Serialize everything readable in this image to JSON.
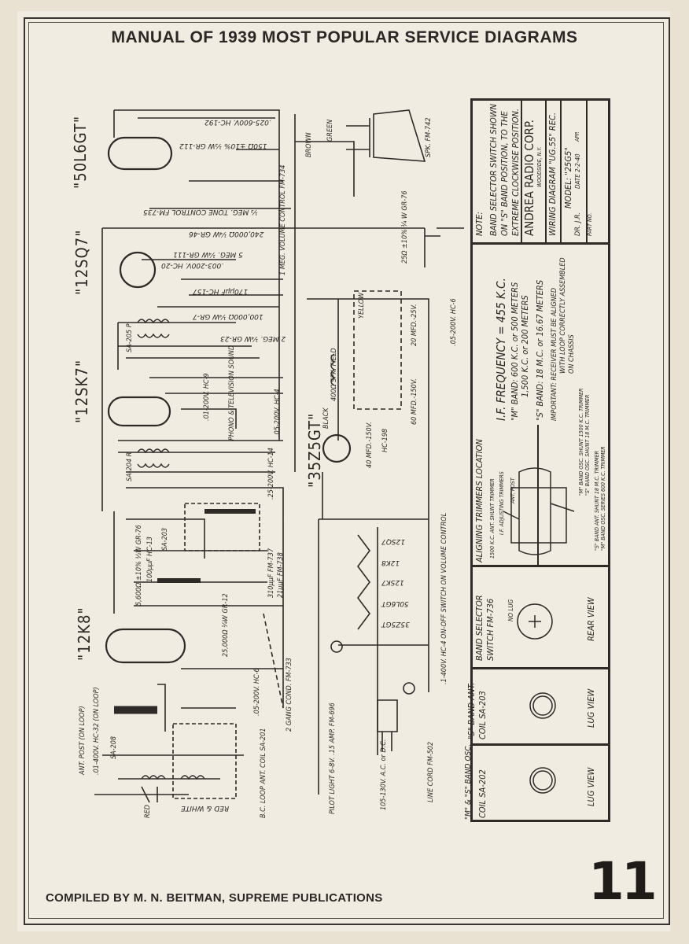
{
  "header": {
    "title": "MANUAL OF 1939 MOST POPULAR SERVICE DIAGRAMS"
  },
  "footer": {
    "credit": "COMPILED BY M. N. BEITMAN, SUPREME PUBLICATIONS",
    "page_number": "11"
  },
  "tubes": [
    "\"50L6GT\"",
    "\"12SQ7\"",
    "\"12SK7\"",
    "\"12K8\"",
    "\"35Z5GT\""
  ],
  "components": {
    "c1": ".025-600V. HC-192",
    "r1": "150Ω ±10% ½W GR-112",
    "spk": "SPK. FM-742",
    "brown": "BROWN",
    "green": "GREEN",
    "tone": "½ MEG. TONE CONTROL FM-735",
    "r2": "240,000Ω ¼W GR-46",
    "vol": "1 MEG. VOLUME CONTROL FM-734",
    "c2": ".003-200V. HC-20",
    "r3": "5 MEG. ¼W GR-111",
    "c3": "170μμF HC-157",
    "r4": "100,000Ω ¼W GR-7",
    "r5": "2 MEG. ¼W GR-23",
    "pilot_r": "25Ω ±10% ¼ W GR-76",
    "field": "400Ω SPK. FIELD",
    "yellow": "YELLOW",
    "black": "BLACK",
    "cap20": "20 MFD.-25V.",
    "cap60": "60 MFD.-150V.",
    "cap40": "40 MFD.-150V.",
    "hc198": "HC-198",
    "c4": ".05-200V. HC-6",
    "phono": "PHONO & TELEVISION SOUND",
    "c5": ".01-200V. HC-9",
    "c6": ".05-200V. HC-4",
    "sa205": "SA-205 P",
    "sa204": "SA-204 R",
    "c7": ".25-200V. HC-14",
    "sa203": "SA-203",
    "tr1": "5,600Ω ±10% ½W GR-76",
    "tr2": "100μμF HC-13",
    "fm737": "310μμF FM-737",
    "fm738": "21μμF FM-738",
    "r6": "25,000Ω ¼W GR-12",
    "gang": "2 GANG COND. FM-733",
    "c8": ".05-200V. HC-6",
    "ant": "ANT. POST (ON LOOP)",
    "c9": ".01-400V. HC-32 (ON LOOP)",
    "sa208": "SA-208",
    "loop": "B.C. LOOP ANT. COIL SA-201",
    "redwhite": "RED & WHITE",
    "red": "RED",
    "pilot": "PILOT LIGHT 6-8V. .15 AMP. FM-696",
    "line": "105-130V. A.C. or D.C.",
    "cord": "LINE CORD FM-502",
    "switch": ".1-400V. HC-4  ON-OFF SWITCH ON VOLUME CONTROL",
    "heaters": [
      "12SQ7",
      "12K8",
      "12SK7",
      "50L6GT",
      "35Z5GT"
    ]
  },
  "panel": {
    "note_label": "NOTE:",
    "note_text": [
      "BAND SELECTOR SWITCH SHOWN",
      "ON \"S\" BAND POSITION, TO THE",
      "EXTREME CLOCKWISE POSITION."
    ],
    "company": "ANDREA RADIO CORP.",
    "location": "WOODSIDE, N.Y.",
    "diagram": "WIRING DIAGRAM \"UG.55\" REC.",
    "model": "MODEL: \"25G5\"",
    "drawn": "DR. J.R.",
    "date": "DATE 2-2-40",
    "approved": "APP.",
    "part_no": "PART NO.",
    "if_freq": "I.F. FREQUENCY = 455 K.C.",
    "m_band": [
      "\"M\" BAND: 600 K.C. or 500 METERS",
      "1,500 K.C. or 200 METERS"
    ],
    "s_band": "\"S\" BAND: 18 M.C. or 16.67 METERS",
    "important": [
      "IMPORTANT: RECEIVER MUST BE ALIGNED",
      "WITH LOOP CORRECTLY ASSEMBLED",
      "ON CHASSIS"
    ],
    "trimmers_title": "ALIGNING TRIMMERS LOCATION",
    "trimmers": [
      "1500 K.C. ANT. SHUNT TRIMMER",
      "I.F. ADJUSTING TRIMMERS",
      "ANT. POST",
      "\"M\" BAND OSC. SHUNT 1500 K.C. TRIMMER",
      "\"S\" BAND OSC. SHUNT 18 M.C. TRIMMER",
      "\"S\" BAND ANT. SHUNT 18 M.C. TRIMMER",
      "\"M\" BAND OSC. SERIES 600 K.C. TRIMMER"
    ],
    "band_selector": [
      "BAND SELECTOR",
      "SWITCH FM-736"
    ],
    "no_lug": "NO LUG",
    "rear_view": "REAR VIEW",
    "s_ant": [
      "\"S\" BAND ANT.",
      "COIL SA-203"
    ],
    "ms_osc": [
      "\"M\" & \"S\" BAND OSC.",
      "COIL SA-202"
    ],
    "lug_view": "LUG VIEW"
  }
}
